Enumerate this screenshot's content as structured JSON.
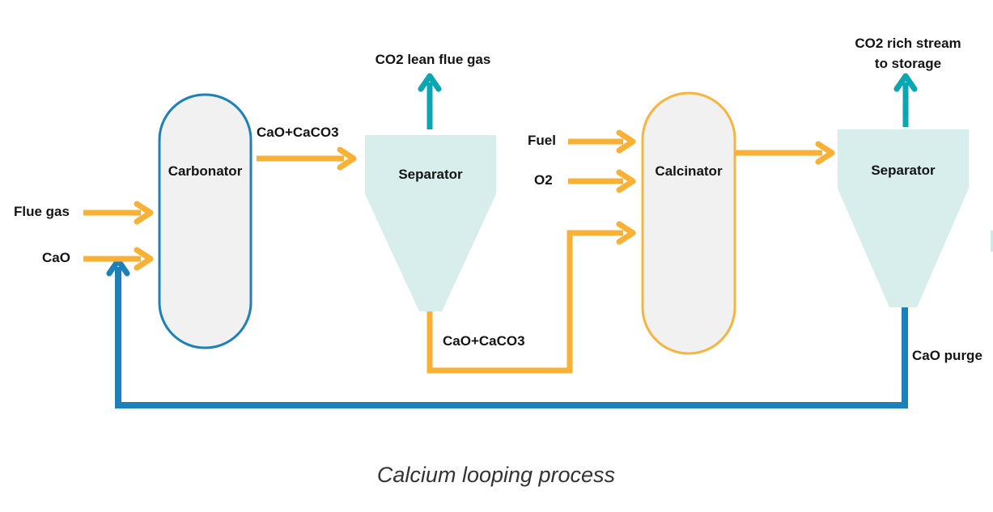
{
  "caption": "Calcium looping process",
  "colors": {
    "yellow": "#F9B135",
    "teal": "#0CA6B2",
    "blue": "#1B81B8",
    "vessel-fill": "#F1F1F1",
    "carbonator-stroke": "#1B81B8",
    "calcinator-stroke": "#F7B43E",
    "separator-fill": "#D7EEED",
    "label-color": "#141414",
    "caption-color": "#333333",
    "edge-artifact": "#CFE7EA"
  },
  "vessels": {
    "carbonator": {
      "label": "Carbonator"
    },
    "calcinator": {
      "label": "Calcinator"
    },
    "separator_left": {
      "label": "Separator"
    },
    "separator_right": {
      "label": "Separator"
    }
  },
  "streams": {
    "flue_gas": "Flue gas",
    "cao_in": "CaO",
    "cao_caco3_top": "CaO+CaCO3",
    "co2_lean": "CO2 lean flue gas",
    "fuel": "Fuel",
    "o2": "O2",
    "cao_caco3_bottom": "CaO+CaCO3",
    "co2_rich_line1": "CO2 rich stream",
    "co2_rich_line2": "to storage",
    "cao_purge": "CaO purge"
  }
}
